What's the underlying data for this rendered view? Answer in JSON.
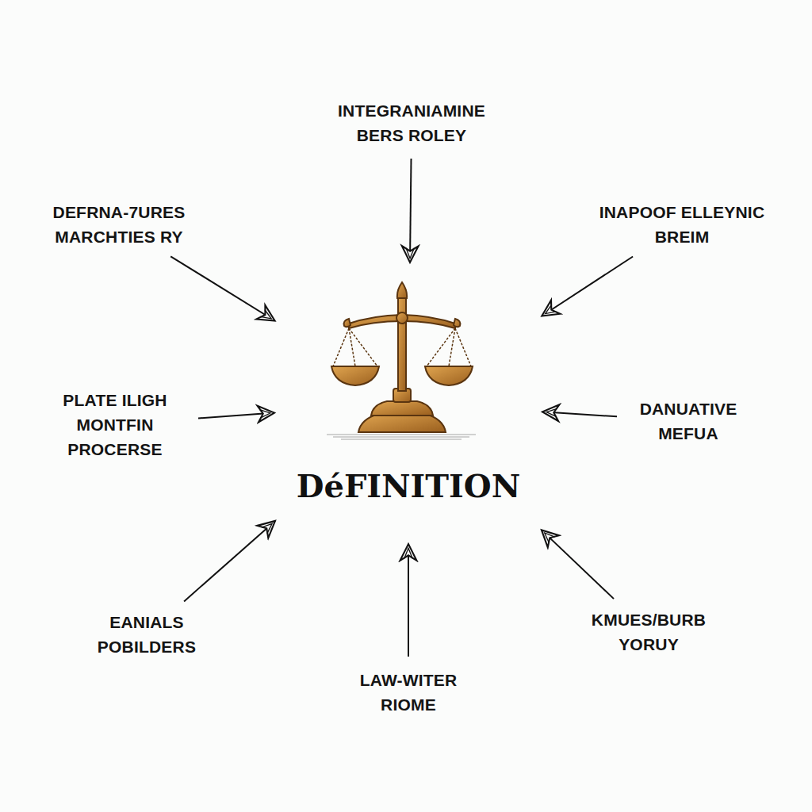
{
  "diagram": {
    "nodes": [
      {
        "text": [
          "INTEGRANIAMINE BERS ROLEY"
        ]
      },
      {
        "text": [
          "DEFRNA-7URES MARCHTIES RY"
        ]
      },
      {
        "text": [
          "INAPOOF ELLEYNIC BREIM"
        ]
      },
      {
        "text": [
          "PLATE ILIGH MONTFIN PROCERSE"
        ]
      },
      {
        "text": [
          "DéFINITION"
        ]
      },
      {
        "text": [
          "DANUATIVE MEFUA"
        ]
      },
      {
        "text": [
          "EANIALS POBILDERS"
        ]
      },
      {
        "text": [
          "LAW-WITER RIOME"
        ]
      },
      {
        "text": [
          "KMUES/BURB YORUY"
        ]
      }
    ],
    "edges": [
      {
        "from": 0,
        "to": 4,
        "arrow": "to"
      },
      {
        "from": 1,
        "to": 4,
        "arrow": "to"
      },
      {
        "from": 2,
        "to": 4,
        "arrow": "to"
      },
      {
        "from": 3,
        "to": 4,
        "arrow": "to"
      },
      {
        "from": 5,
        "to": 4,
        "arrow": "to"
      },
      {
        "from": 6,
        "to": 4,
        "arrow": "to"
      },
      {
        "from": 7,
        "to": 4,
        "arrow": "to"
      },
      {
        "from": 8,
        "to": 4,
        "arrow": "to"
      }
    ]
  }
}
